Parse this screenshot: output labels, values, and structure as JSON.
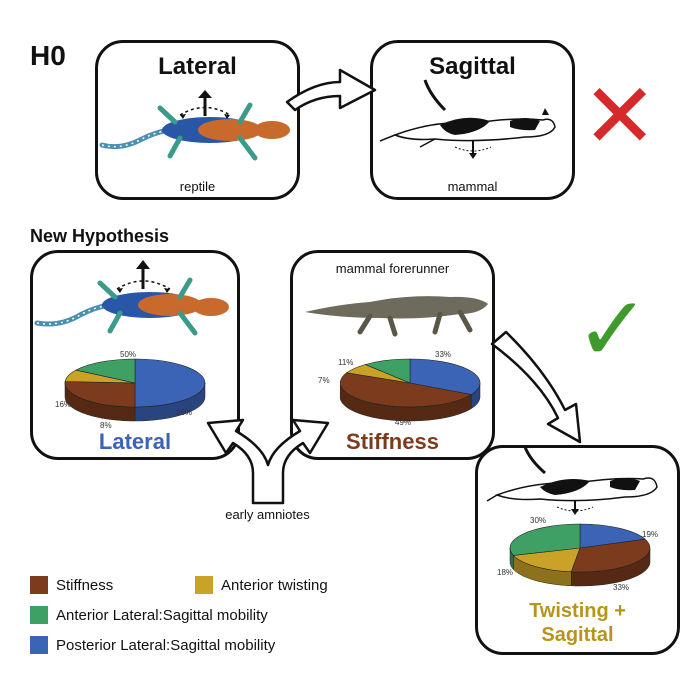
{
  "h0_label": "H0",
  "lateral_title": "Lateral",
  "sagittal_title": "Sagittal",
  "reptile_caption": "reptile",
  "mammal_caption": "mammal",
  "new_hypothesis_label": "New Hypothesis",
  "mammal_forerunner_caption": "mammal forerunner",
  "early_amniotes_caption": "early amniotes",
  "reject_mark": "✕",
  "accept_mark": "✓",
  "colors": {
    "stiffness": "#7b3b1c",
    "anterior_twisting": "#c9a227",
    "anterior_lateral_sagittal": "#3fa066",
    "posterior_lateral_sagittal": "#3b63b6",
    "reject": "#d42a2a",
    "accept": "#3f9a2c"
  },
  "panels": {
    "lateral": {
      "label": "Lateral",
      "label_color": "#3b63b6",
      "pct_posterior": "50%",
      "pct_anterior_lateral": "16%",
      "pct_twisting": "8%",
      "pct_stiffness": "26%"
    },
    "stiffness": {
      "label": "Stiffness",
      "label_color": "#7b3b1c",
      "pct_anterior_lateral": "11%",
      "pct_posterior": "33%",
      "pct_twisting": "7%",
      "pct_stiffness": "49%"
    },
    "twisting": {
      "label_line1": "Twisting +",
      "label_line2": "Sagittal",
      "label_color": "#b8941c",
      "pct_anterior_lateral": "30%",
      "pct_posterior": "19%",
      "pct_twisting": "18%",
      "pct_stiffness": "33%"
    }
  },
  "chart_data": [
    {
      "type": "pie",
      "title": "Lateral",
      "categories": [
        "Posterior Lateral:Sagittal mobility",
        "Stiffness",
        "Anterior twisting",
        "Anterior Lateral:Sagittal mobility"
      ],
      "values": [
        50,
        26,
        8,
        16
      ]
    },
    {
      "type": "pie",
      "title": "Stiffness",
      "categories": [
        "Posterior Lateral:Sagittal mobility",
        "Stiffness",
        "Anterior twisting",
        "Anterior Lateral:Sagittal mobility"
      ],
      "values": [
        33,
        49,
        7,
        11
      ]
    },
    {
      "type": "pie",
      "title": "Twisting + Sagittal",
      "categories": [
        "Posterior Lateral:Sagittal mobility",
        "Stiffness",
        "Anterior twisting",
        "Anterior Lateral:Sagittal mobility"
      ],
      "values": [
        19,
        33,
        18,
        30
      ]
    }
  ],
  "legend": [
    {
      "label": "Stiffness",
      "color": "#7b3b1c"
    },
    {
      "label": "Anterior twisting",
      "color": "#c9a227"
    },
    {
      "label": "Anterior Lateral:Sagittal mobility",
      "color": "#3fa066"
    },
    {
      "label": "Posterior Lateral:Sagittal mobility",
      "color": "#3b63b6"
    }
  ]
}
